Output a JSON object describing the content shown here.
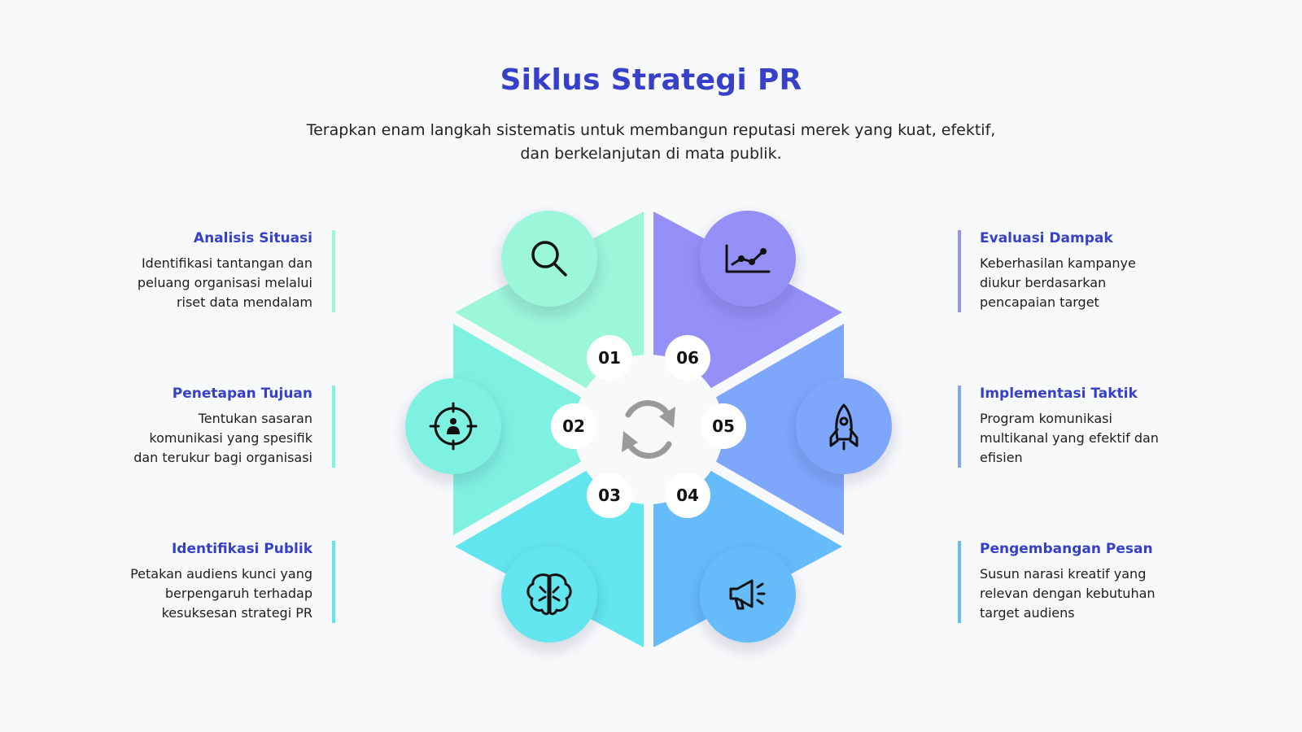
{
  "header": {
    "title": "Siklus Strategi PR",
    "subtitle_line1": "Terapkan enam langkah sistematis untuk membangun reputasi merek yang kuat, efektif,",
    "subtitle_line2": "dan berkelanjutan di mata publik."
  },
  "steps": [
    {
      "number": "01",
      "title": "Analisis Situasi",
      "desc": [
        "Identifikasi tantangan dan",
        "peluang organisasi melalui",
        "riset data mendalam"
      ],
      "icon": "search-icon",
      "color": "#9cf6d9"
    },
    {
      "number": "02",
      "title": "Penetapan Tujuan",
      "desc": [
        "Tentukan sasaran",
        "komunikasi yang spesifik",
        "dan terukur bagi organisasi"
      ],
      "icon": "target-person-icon",
      "color": "#7ff1e1"
    },
    {
      "number": "03",
      "title": "Identifikasi Publik",
      "desc": [
        "Petakan audiens kunci yang",
        "berpengaruh terhadap",
        "kesuksesan strategi PR"
      ],
      "icon": "brain-icon",
      "color": "#63e5ef"
    },
    {
      "number": "04",
      "title": "Pengembangan Pesan",
      "desc": [
        "Susun narasi kreatif yang",
        "relevan dengan kebutuhan",
        "target audiens"
      ],
      "icon": "megaphone-icon",
      "color": "#66bbfb"
    },
    {
      "number": "05",
      "title": "Implementasi Taktik",
      "desc": [
        "Program komunikasi",
        "multikanal yang efektif dan",
        "efisien"
      ],
      "icon": "rocket-icon",
      "color": "#7ea6fb"
    },
    {
      "number": "06",
      "title": "Evaluasi Dampak",
      "desc": [
        "Keberhasilan kampanye",
        "diukur berdasarkan",
        "pencapaian target"
      ],
      "icon": "line-chart-icon",
      "color": "#9490f7"
    }
  ],
  "center_icon": "cycle-arrows-icon"
}
